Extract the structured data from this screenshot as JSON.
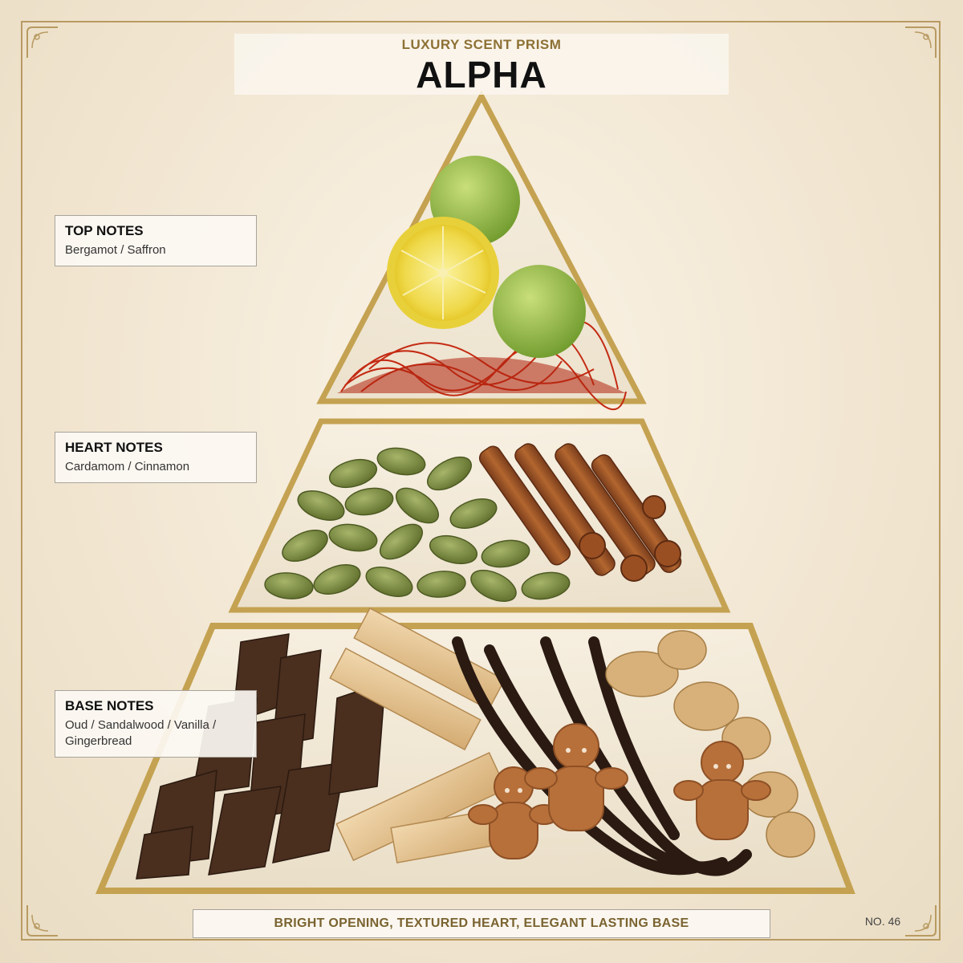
{
  "header": {
    "brand_line": "LUXURY SCENT PRISM",
    "product_name": "ALPHA"
  },
  "notes": {
    "top": {
      "title": "TOP NOTES",
      "items": "Bergamot / Saffron"
    },
    "heart": {
      "title": "HEART NOTES",
      "items": "Cardamom / Cinnamon"
    },
    "base": {
      "title": "BASE NOTES",
      "items": "Oud / Sandalwood / Vanilla / Gingerbread"
    }
  },
  "footer": {
    "tagline": "BRIGHT OPENING, TEXTURED HEART, ELEGANT LASTING BASE",
    "number": "NO. 46"
  },
  "colors": {
    "gold": "#b89a62",
    "brand_text": "#8d7134",
    "background": "#f3e9d8"
  }
}
